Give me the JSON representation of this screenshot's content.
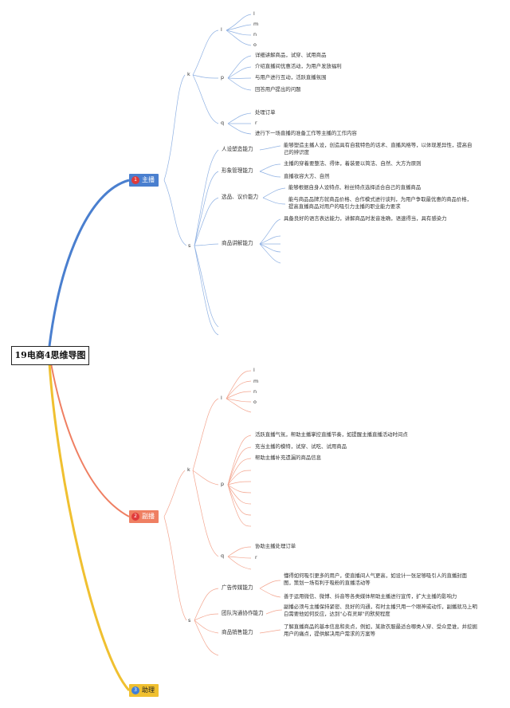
{
  "root": {
    "title": "19电商4思维导图"
  },
  "branches": {
    "anchor": {
      "num": "1",
      "label": "主播",
      "color": "#4a7fcf",
      "num_color": "#e03a3a"
    },
    "assistant_anchor": {
      "num": "2",
      "label": "副播",
      "color": "#ef7f62",
      "num_color": "#e03a3a"
    },
    "helper": {
      "num": "3",
      "label": "助理",
      "color": "#f0c030",
      "num_color": "#3f7fd9"
    }
  },
  "anchor_tree": {
    "k": "k",
    "l": "l",
    "l_items": [
      "l",
      "m",
      "n",
      "o"
    ],
    "p": "p",
    "p_items": [
      "详细讲解商品，试穿、试用商品",
      "介绍直播间优惠活动，为用户发放福利",
      "与用户进行互动，活跃直播氛围",
      "回答用户提出的问题"
    ],
    "q": "q",
    "q_items": [
      "处理订单",
      "r",
      "进行下一场直播的准备工作等主播的工作内容"
    ],
    "s": "s",
    "skills": [
      {
        "name": "人设塑造能力",
        "items": [
          "能够塑造主播人设，创造具有自我特色的话术、直播风格等，以体现差异性，提高自己的辨识度"
        ]
      },
      {
        "name": "形象管理能力",
        "items": [
          "主播的穿着要整洁、得体，着装要以简洁、自然、大方为原则",
          "直播妆容大方、自然"
        ]
      },
      {
        "name": "选品、议价能力",
        "items": [
          "能够根据自身人设特点、粉丝特点选择适合自己的直播商品",
          "能与商品品牌方就商品价格、合作模式进行谈判，为用户争取最优惠的商品价格，提高直播商品对用户的吸引力主播的职业能力要求"
        ]
      },
      {
        "name": "商品讲解能力",
        "items": [
          "具备良好的语言表达能力，讲解商品时发音准确，语速得当，具有感染力"
        ]
      }
    ]
  },
  "assistant_tree": {
    "k": "k",
    "l": "l",
    "l_items": [
      "l",
      "m",
      "n",
      "o"
    ],
    "p": "p",
    "p_items": [
      "活跃直播气氛，帮助主播掌控直播节奏，如提醒主播直播活动时间点",
      "充当主播的模特，试穿、试吃、试用商品",
      "帮助主播补充遗漏的商品信息"
    ],
    "q": "q",
    "q_items": [
      "协助主播处理订单",
      "r"
    ],
    "s": "s",
    "skills": [
      {
        "name": "广告传媒能力",
        "items": [
          "懂得如何吸引更多的用户，使直播间人气更高，如设计一张足够吸引人的直播封面图，策划一场有利于吸粉的直播活动等",
          "善于运用微信、微博、抖音等各类媒体帮助主播进行宣传，扩大主播的影响力"
        ]
      },
      {
        "name": "团队沟通协作能力",
        "items": [
          "副播必须与主播保持紧密、良好的沟通，有时主播只用一个眼神或动作，副播就马上明白需要他如何反应，达到\"心有灵犀\"的默契程度"
        ]
      },
      {
        "name": "商品销售能力",
        "items": [
          "了解直播商品的基本信息和卖点，例如，某款衣服最适合哪类人穿、受众是谁，并挖掘用户的痛点，提供解决用户需求的方案等"
        ]
      }
    ]
  }
}
